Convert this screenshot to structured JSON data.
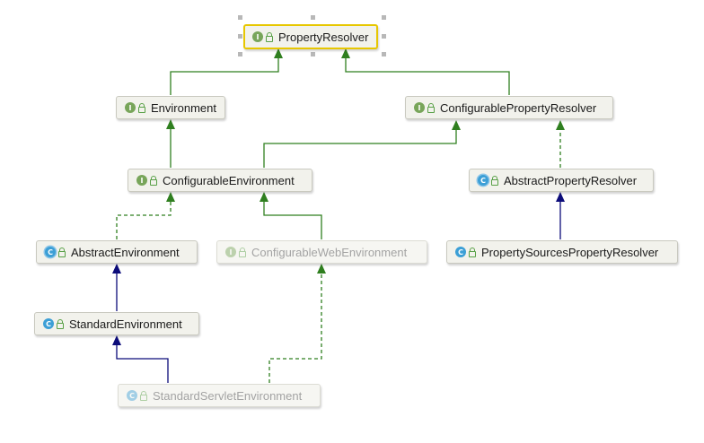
{
  "colors": {
    "implements_line": "#2f7f1f",
    "extends_line": "#0c0c7a",
    "selection_border": "#e7c700",
    "interface_badge": "#78a55a",
    "class_badge": "#3c9fd6"
  },
  "nodes": {
    "property_resolver": {
      "label": "PropertyResolver",
      "kind": "interface",
      "badge": "I"
    },
    "environment": {
      "label": "Environment",
      "kind": "interface",
      "badge": "I"
    },
    "configurable_property_resolver": {
      "label": "ConfigurablePropertyResolver",
      "kind": "interface",
      "badge": "I"
    },
    "configurable_environment": {
      "label": "ConfigurableEnvironment",
      "kind": "interface",
      "badge": "I"
    },
    "abstract_property_resolver": {
      "label": "AbstractPropertyResolver",
      "kind": "abstract-class",
      "badge": "C"
    },
    "abstract_environment": {
      "label": "AbstractEnvironment",
      "kind": "abstract-class",
      "badge": "C"
    },
    "configurable_web_environment": {
      "label": "ConfigurableWebEnvironment",
      "kind": "interface",
      "badge": "I"
    },
    "property_sources_property_resolver": {
      "label": "PropertySourcesPropertyResolver",
      "kind": "class",
      "badge": "C"
    },
    "standard_environment": {
      "label": "StandardEnvironment",
      "kind": "class",
      "badge": "C"
    },
    "standard_servlet_environment": {
      "label": "StandardServletEnvironment",
      "kind": "class",
      "badge": "C"
    }
  }
}
